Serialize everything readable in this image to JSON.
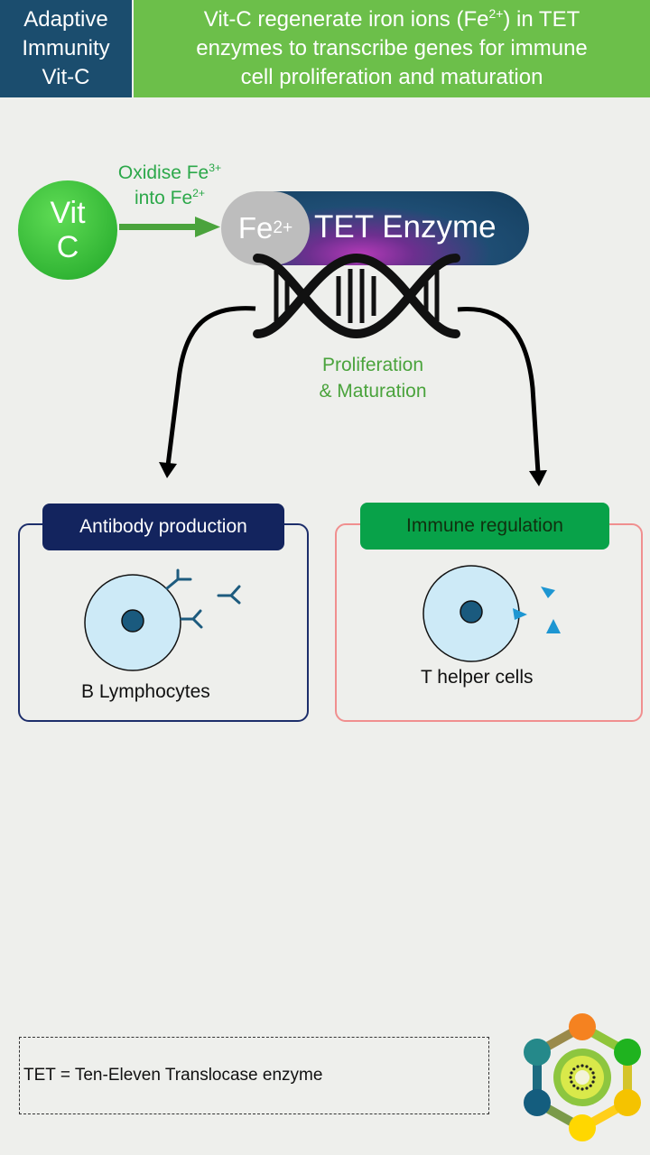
{
  "header": {
    "left_lines": [
      "Adaptive",
      "Immunity",
      "Vit-C"
    ],
    "right_line1_pre": "Vit-C regenerate iron ions (Fe",
    "right_line1_sup": "2+",
    "right_line1_post": ") in TET",
    "right_line2": "enzymes to transcribe genes for immune",
    "right_line3": "cell proliferation and maturation"
  },
  "vitc": {
    "line1": "Vit",
    "line2": "C"
  },
  "oxidise": {
    "line1": "Oxidise Fe",
    "sup1": "3+",
    "line2": "into Fe",
    "sup2": "2+"
  },
  "enzyme": {
    "fe_text": "Fe",
    "fe_sup": "2+",
    "label": "TET Enzyme"
  },
  "proliferation": {
    "line1": "Proliferation",
    "line2": "& Maturation"
  },
  "b_box": {
    "tab": "Antibody production",
    "cell_label": "B Lymphocytes"
  },
  "t_box": {
    "tab": "Immune regulation",
    "cell_label": "T helper cells"
  },
  "footnote": "TET = Ten-Eleven Translocase enzyme",
  "logo": {
    "node_colors": [
      "#f58220",
      "#1fb31f",
      "#f5c300",
      "#ffd700",
      "#145d7e",
      "#25898a"
    ]
  },
  "colors": {
    "header_left_bg": "#1b4d6e",
    "header_right_bg": "#6cbf4a",
    "vitc_green": "#2ca84a",
    "b_tab": "#13245e",
    "t_tab": "#08a249",
    "cell_fill": "#cdeaf7",
    "nucleus": "#1a5a7e",
    "antibody": "#1d5b7e",
    "cytokine": "#1d96d2"
  }
}
